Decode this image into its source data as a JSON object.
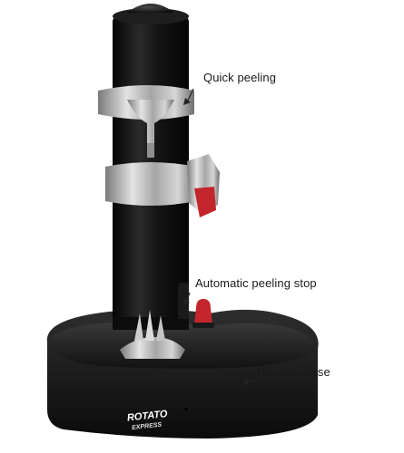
{
  "callouts": {
    "quick_peeling": "Quick peeling",
    "auto_stop": "Automatic peeling stop",
    "non_slip": "Non-slip base"
  },
  "brand": {
    "line1": "ROTATO",
    "line2": "EXPRESS"
  },
  "colors": {
    "body": "#141414",
    "base": "#1c1c1c",
    "metal": "#b9b9b9",
    "accent_red": "#c2262c",
    "pointer": "#222222"
  },
  "icons": [
    "arrow-icon",
    "arrow-icon",
    "arrow-icon"
  ]
}
